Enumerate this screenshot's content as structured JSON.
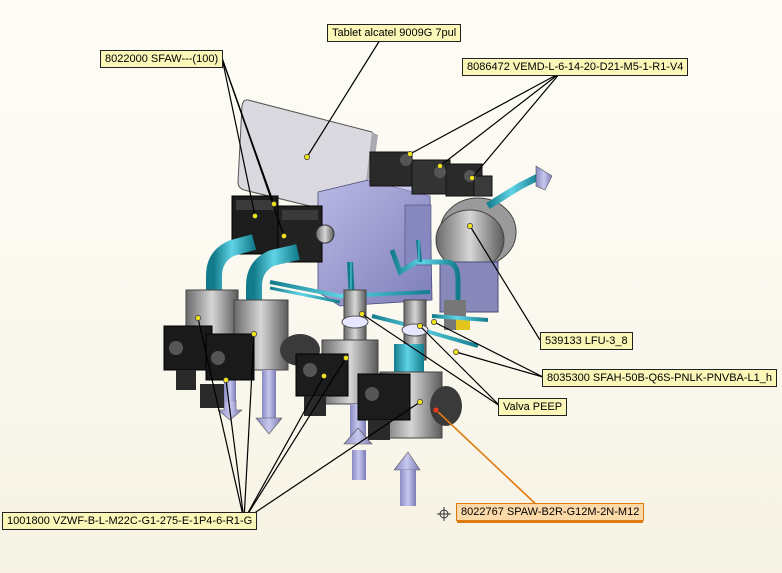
{
  "callouts": {
    "tablet": "Tablet alcatel 9009G 7pul",
    "sfaw": "8022000 SFAW---(100)",
    "vemd": "8086472 VEMD-L-6-14-20-D21-M5-1-R1-V4",
    "lfu": "539133 LFU-3_8",
    "sfah": "8035300 SFAH-50B-Q6S-PNLK-PNVBA-L1_h",
    "peep": "Valva PEEP",
    "spaw": "8022767 SPAW-B2R-G12M-2N-M12",
    "vzwf": "1001800 VZWF-B-L-M22C-G1-275-E-1P4-6-R1-G"
  },
  "colors": {
    "callout_fill": "#fbf7b8",
    "highlight_fill": "#fcd9a8",
    "highlight_leader": "#e07a10",
    "tube": "#2fb3c9",
    "housing": "#9c9ccf",
    "solenoid": "#202020"
  },
  "icons": {
    "crosshair": "crosshair-icon"
  }
}
